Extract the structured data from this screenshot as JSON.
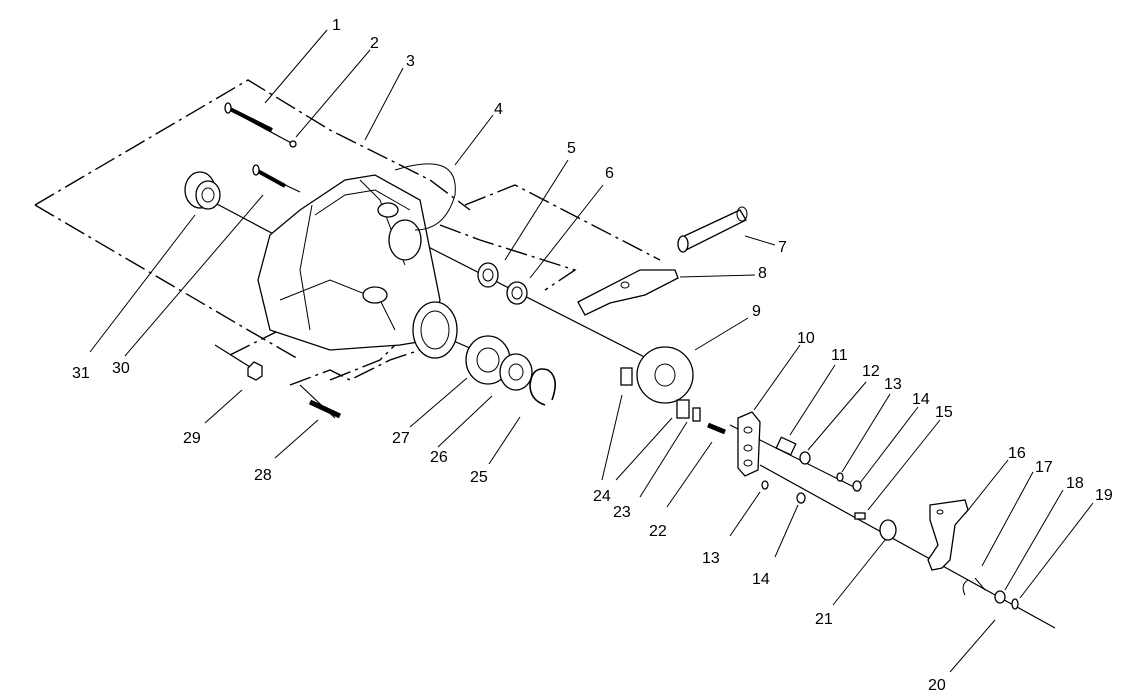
{
  "callouts": {
    "c1": "1",
    "c2": "2",
    "c3": "3",
    "c4": "4",
    "c5": "5",
    "c6": "6",
    "c7": "7",
    "c8": "8",
    "c9": "9",
    "c10": "10",
    "c11": "11",
    "c12": "12",
    "c13a": "13",
    "c13b": "13",
    "c14a": "14",
    "c14b": "14",
    "c15": "15",
    "c16": "16",
    "c17": "17",
    "c18": "18",
    "c19": "19",
    "c20": "20",
    "c21": "21",
    "c22": "22",
    "c23": "23",
    "c24": "24",
    "c25": "25",
    "c26": "26",
    "c27": "27",
    "c28": "28",
    "c29": "29",
    "c30": "30",
    "c31": "31"
  }
}
